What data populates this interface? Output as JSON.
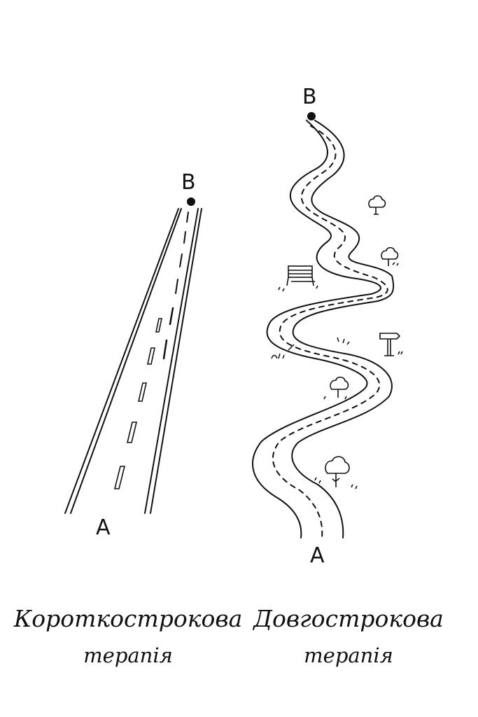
{
  "left_road": {
    "start_label": "A",
    "end_label": "B",
    "caption_line1": "Короткострокова",
    "caption_line2": "терапія"
  },
  "right_road": {
    "start_label": "A",
    "end_label": "B",
    "caption_line1": "Довгострокова",
    "caption_line2": "терапія",
    "decorations": [
      "tree-icon",
      "bench-icon",
      "signpost-icon",
      "grass-icon"
    ]
  },
  "colors": {
    "ink": "#111111",
    "background": "#ffffff"
  }
}
